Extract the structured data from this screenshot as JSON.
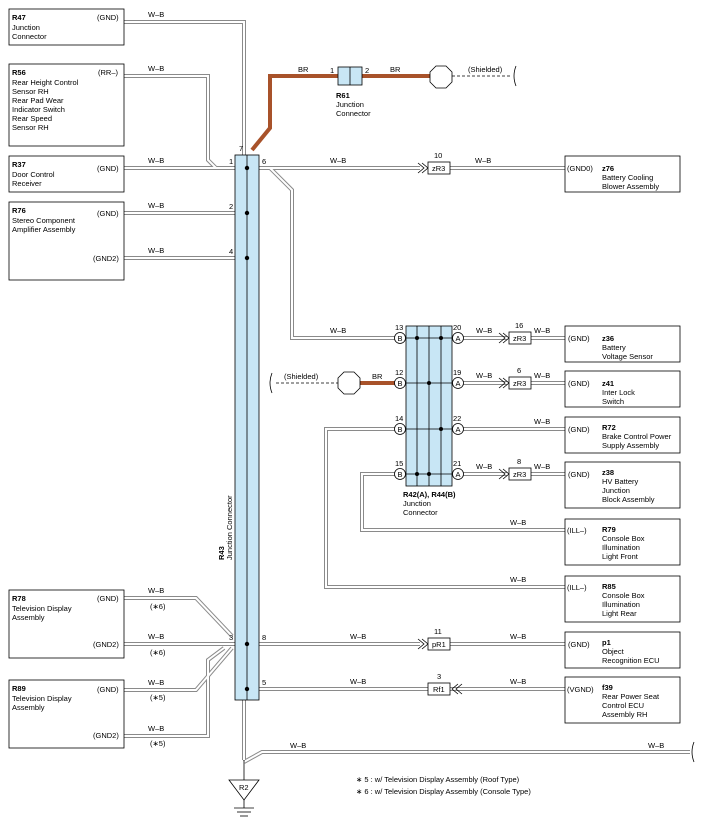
{
  "left_components": [
    {
      "code": "R47",
      "lines": [
        "Junction",
        "Connector"
      ],
      "pins": [
        {
          "label": "(GND)"
        }
      ]
    },
    {
      "code": "R56",
      "lines": [
        "Rear Height Control",
        "Sensor RH",
        "Rear Pad Wear",
        "Indicator Switch",
        "Rear Speed",
        "Sensor RH"
      ],
      "pins": [
        {
          "label": "(RR–)"
        }
      ]
    },
    {
      "code": "R37",
      "lines": [
        "Door Control",
        "Receiver"
      ],
      "pins": [
        {
          "label": "(GND)"
        }
      ]
    },
    {
      "code": "R76",
      "lines": [
        "Stereo Component",
        "Amplifier Assembly"
      ],
      "pins": [
        {
          "label": "(GND)"
        },
        {
          "label": "(GND2)"
        }
      ]
    },
    {
      "code": "R78",
      "lines": [
        "Television Display",
        "Assembly"
      ],
      "pins": [
        {
          "label": "(GND)",
          "note": "(∗6)"
        },
        {
          "label": "(GND2)",
          "note": "(∗6)"
        }
      ]
    },
    {
      "code": "R89",
      "lines": [
        "Television Display",
        "Assembly"
      ],
      "pins": [
        {
          "label": "(GND)",
          "note": "(∗5)"
        },
        {
          "label": "(GND2)",
          "note": "(∗5)"
        }
      ]
    }
  ],
  "right_components": [
    {
      "code": "z76",
      "lines": [
        "Battery Cooling",
        "Blower Assembly"
      ],
      "pin": "(GND0)"
    },
    {
      "code": "z36",
      "lines": [
        "Battery",
        "Voltage Sensor"
      ],
      "pin": "(GND)"
    },
    {
      "code": "z41",
      "lines": [
        "Inter Lock",
        "Switch"
      ],
      "pin": "(GND)"
    },
    {
      "code": "R72",
      "lines": [
        "Brake Control Power",
        "Supply Assembly"
      ],
      "pin": "(GND)"
    },
    {
      "code": "z38",
      "lines": [
        "HV Battery",
        "Junction",
        "Block Assembly"
      ],
      "pin": "(GND)"
    },
    {
      "code": "R79",
      "lines": [
        "Console Box",
        "Illumination",
        "Light Front"
      ],
      "pin": "(ILL–)"
    },
    {
      "code": "R85",
      "lines": [
        "Console Box",
        "Illumination",
        "Light Rear"
      ],
      "pin": "(ILL–)"
    },
    {
      "code": "p1",
      "lines": [
        "Object",
        "Recognition ECU"
      ],
      "pin": "(GND)"
    },
    {
      "code": "f39",
      "lines": [
        "Rear Power Seat",
        "Control ECU",
        "Assembly RH"
      ],
      "pin": "(VGND)"
    }
  ],
  "wire_colors": {
    "wb": "W–B",
    "br": "BR"
  },
  "shielded_label": "(Shielded)",
  "r43": {
    "code": "R43",
    "name": "Junction Connector",
    "pins": [
      "7",
      "1",
      "6",
      "2",
      "4",
      "3",
      "8",
      "5"
    ]
  },
  "r61": {
    "code": "R61",
    "lines": [
      "Junction",
      "Connector"
    ],
    "pins": [
      "1",
      "2"
    ]
  },
  "r42": {
    "code": "R42(A), R44(B)",
    "lines": [
      "Junction",
      "Connector"
    ],
    "pins_b": [
      "13",
      "12",
      "14",
      "15"
    ],
    "pins_a": [
      "20",
      "19",
      "22",
      "21"
    ],
    "mark_a": "A",
    "mark_b": "B"
  },
  "inline_connectors": [
    {
      "name": "zR3",
      "pin": "10"
    },
    {
      "name": "zR3",
      "pin": "16"
    },
    {
      "name": "zR3",
      "pin": "6"
    },
    {
      "name": "zR3",
      "pin": "8"
    },
    {
      "name": "pR1",
      "pin": "11"
    },
    {
      "name": "Rf1",
      "pin": "3"
    }
  ],
  "ground": {
    "name": "R2"
  },
  "notes": [
    "∗ 5 : w/ Television Display Assembly (Roof Type)",
    "∗ 6 : w/ Television Display Assembly (Console Type)"
  ],
  "colors": {
    "connector_fill": "#c8e6f5",
    "br_wire": "#a8522a",
    "wire_outline": "#8a8a8a"
  }
}
